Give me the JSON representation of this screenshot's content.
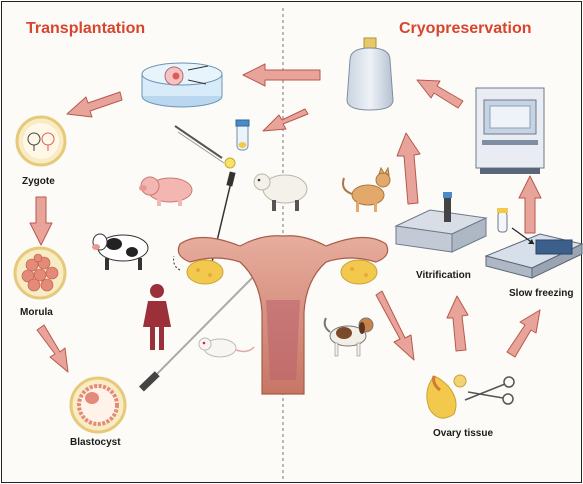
{
  "titles": {
    "left": "Transplantation",
    "right": "Cryopreservation"
  },
  "labels": {
    "zygote": "Zygote",
    "morula": "Morula",
    "blastocyst": "Blastocyst",
    "vitrification": "Vitrification",
    "slow_freezing": "Slow freezing",
    "ovary_tissue": "Ovary tissue"
  },
  "icons": [
    "culture-dish-icon",
    "microinjection-needle-icon",
    "tube-icon",
    "zygote-icon",
    "morula-icon",
    "blastocyst-icon",
    "pig-icon",
    "sheep-icon",
    "cow-icon",
    "woman-icon",
    "rat-icon",
    "cat-icon",
    "dog-icon",
    "uterus-icon",
    "laparoscope-icon",
    "storage-tank-icon",
    "freezer-icon",
    "vitrification-rack-icon",
    "slow-freezer-icon",
    "ovary-tissue-icon",
    "scissors-icon"
  ],
  "colors": {
    "title": "#d8452e",
    "arrow_fill": "#e8a49a",
    "arrow_stroke": "#b8584c",
    "uterus": "#d9917e",
    "ovary": "#f2c94c",
    "divider": "#777777"
  }
}
